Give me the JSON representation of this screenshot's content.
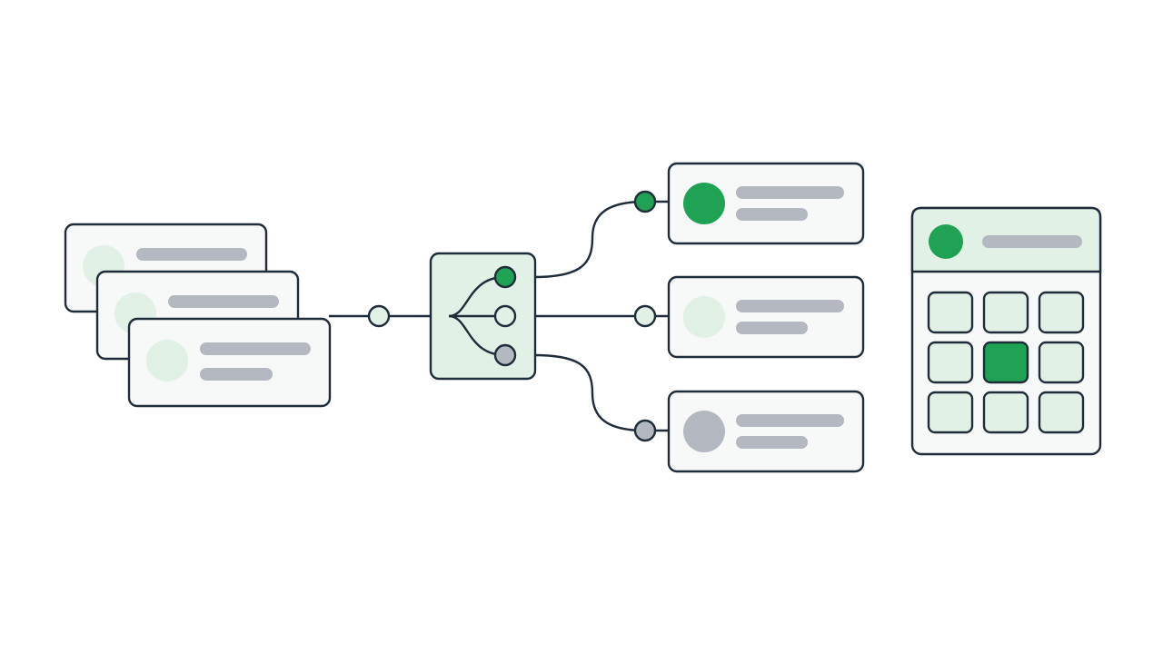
{
  "colors": {
    "background": "#ffffff",
    "stroke": "#1f2d3a",
    "card_fill": "#f7f8f8",
    "accent_green": "#1fa254",
    "light_green": "#e1f1e6",
    "gray": "#b4b8c0",
    "placeholder_line": "#b4b8c0"
  },
  "input_stack": {
    "cards": [
      {
        "name": "input-card-back",
        "avatar": "light_green"
      },
      {
        "name": "input-card-middle",
        "avatar": "light_green"
      },
      {
        "name": "input-card-front",
        "avatar": "light_green"
      }
    ]
  },
  "connector": {
    "node": "light_green"
  },
  "router": {
    "icon": "branch-split-icon",
    "outputs": [
      "accent_green",
      "light_green",
      "gray"
    ]
  },
  "output_cards": [
    {
      "name": "output-card-green",
      "avatar": "accent_green",
      "port": "accent_green"
    },
    {
      "name": "output-card-light",
      "avatar": "light_green",
      "port": "light_green"
    },
    {
      "name": "output-card-gray",
      "avatar": "gray",
      "port": "gray"
    }
  ],
  "grid_panel": {
    "header_avatar": "accent_green",
    "rows": 3,
    "cols": 3,
    "highlighted_cell": 4
  }
}
